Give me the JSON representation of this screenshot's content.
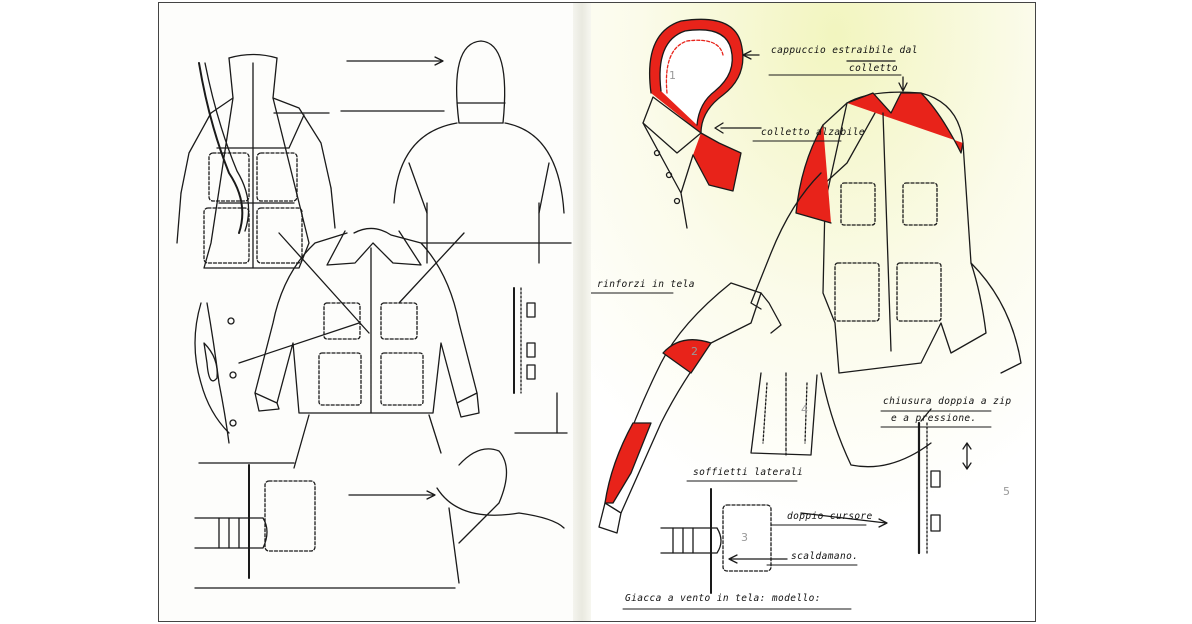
{
  "annotations": {
    "hood": "cappuccio estraibile dal",
    "hood_2": "colletto",
    "collar": "colletto alzabile",
    "reinforcements": "rinforzi in tela",
    "closure": "chiusura doppia a zip",
    "closure_2": "e a pressione.",
    "bellows": "soffietti laterali",
    "slider": "doppio cursore",
    "handwarmer": "scaldamano.",
    "caption": "Giacca a vento in tela: modello:"
  },
  "detail_numbers": {
    "n1": "1",
    "n2": "2",
    "n3": "3",
    "n4": "4",
    "n5": "5"
  },
  "colors": {
    "ink": "#1a1a1a",
    "accent": "#e8231a",
    "paper_tint": "#f4f6c8"
  }
}
